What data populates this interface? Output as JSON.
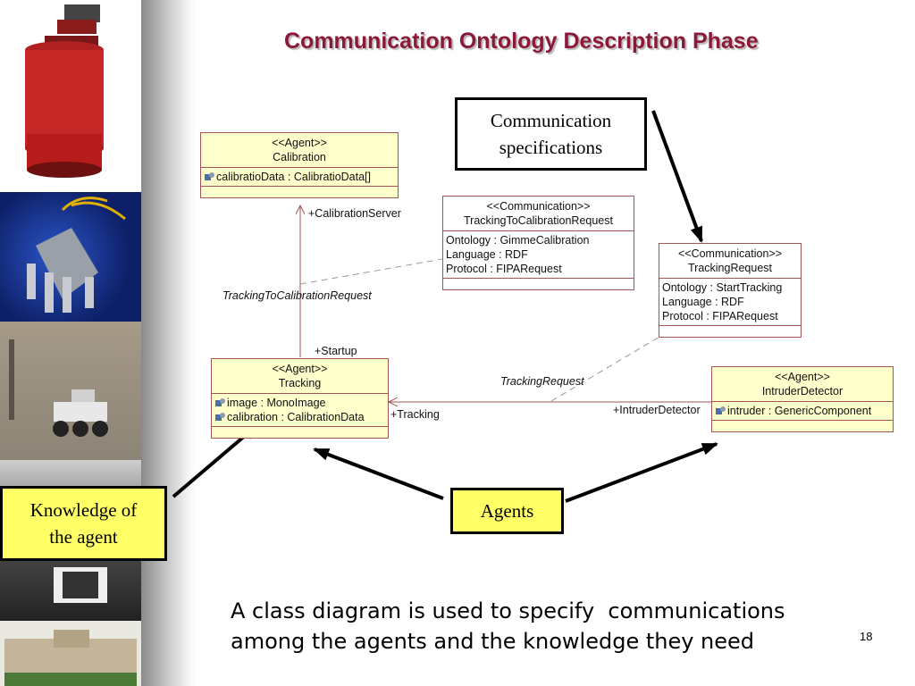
{
  "slide": {
    "title": "Communication Ontology Description Phase",
    "page_number": "18",
    "caption_line1": "A class diagram is used to specify  communications",
    "caption_line2": "among the agents and the knowledge they need"
  },
  "diagram": {
    "calibration": {
      "stereotype": "<<Agent>>",
      "name": "Calibration",
      "attributes": [
        "calibratioData : CalibratioData[]"
      ]
    },
    "tracking": {
      "stereotype": "<<Agent>>",
      "name": "Tracking",
      "attributes": [
        "image : MonoImage",
        "calibration : CalibrationData"
      ]
    },
    "intruder_detector": {
      "stereotype": "<<Agent>>",
      "name": "IntruderDetector",
      "attributes": [
        "intruder : GenericComponent"
      ]
    },
    "tracking_to_calibration_request": {
      "stereotype": "<<Communication>>",
      "name": "TrackingToCalibrationRequest",
      "attributes": [
        "Ontology : GimmeCalibration",
        "Language : RDF",
        "Protocol : FIPARequest"
      ]
    },
    "tracking_request": {
      "stereotype": "<<Communication>>",
      "name": "TrackingRequest",
      "attributes": [
        "Ontology : StartTracking",
        "Language : RDF",
        "Protocol : FIPARequest"
      ]
    },
    "roles": {
      "calibration_server": "+CalibrationServer",
      "startup": "+Startup",
      "tracking": "+Tracking",
      "intruder_detector": "+IntruderDetector"
    },
    "association_labels": {
      "tracking_to_calibration": "TrackingToCalibrationRequest",
      "tracking_request": "TrackingRequest"
    }
  },
  "callouts": {
    "communication_specs_line1": "Communication",
    "communication_specs_line2": "specifications",
    "agents": "Agents",
    "knowledge_line1": "Knowledge of",
    "knowledge_line2": "the agent"
  },
  "colors": {
    "title": "#8b1a3a",
    "agent_fill": "#ffffcc",
    "callout_yellow": "#ffff66",
    "box_border": "#a35555"
  }
}
